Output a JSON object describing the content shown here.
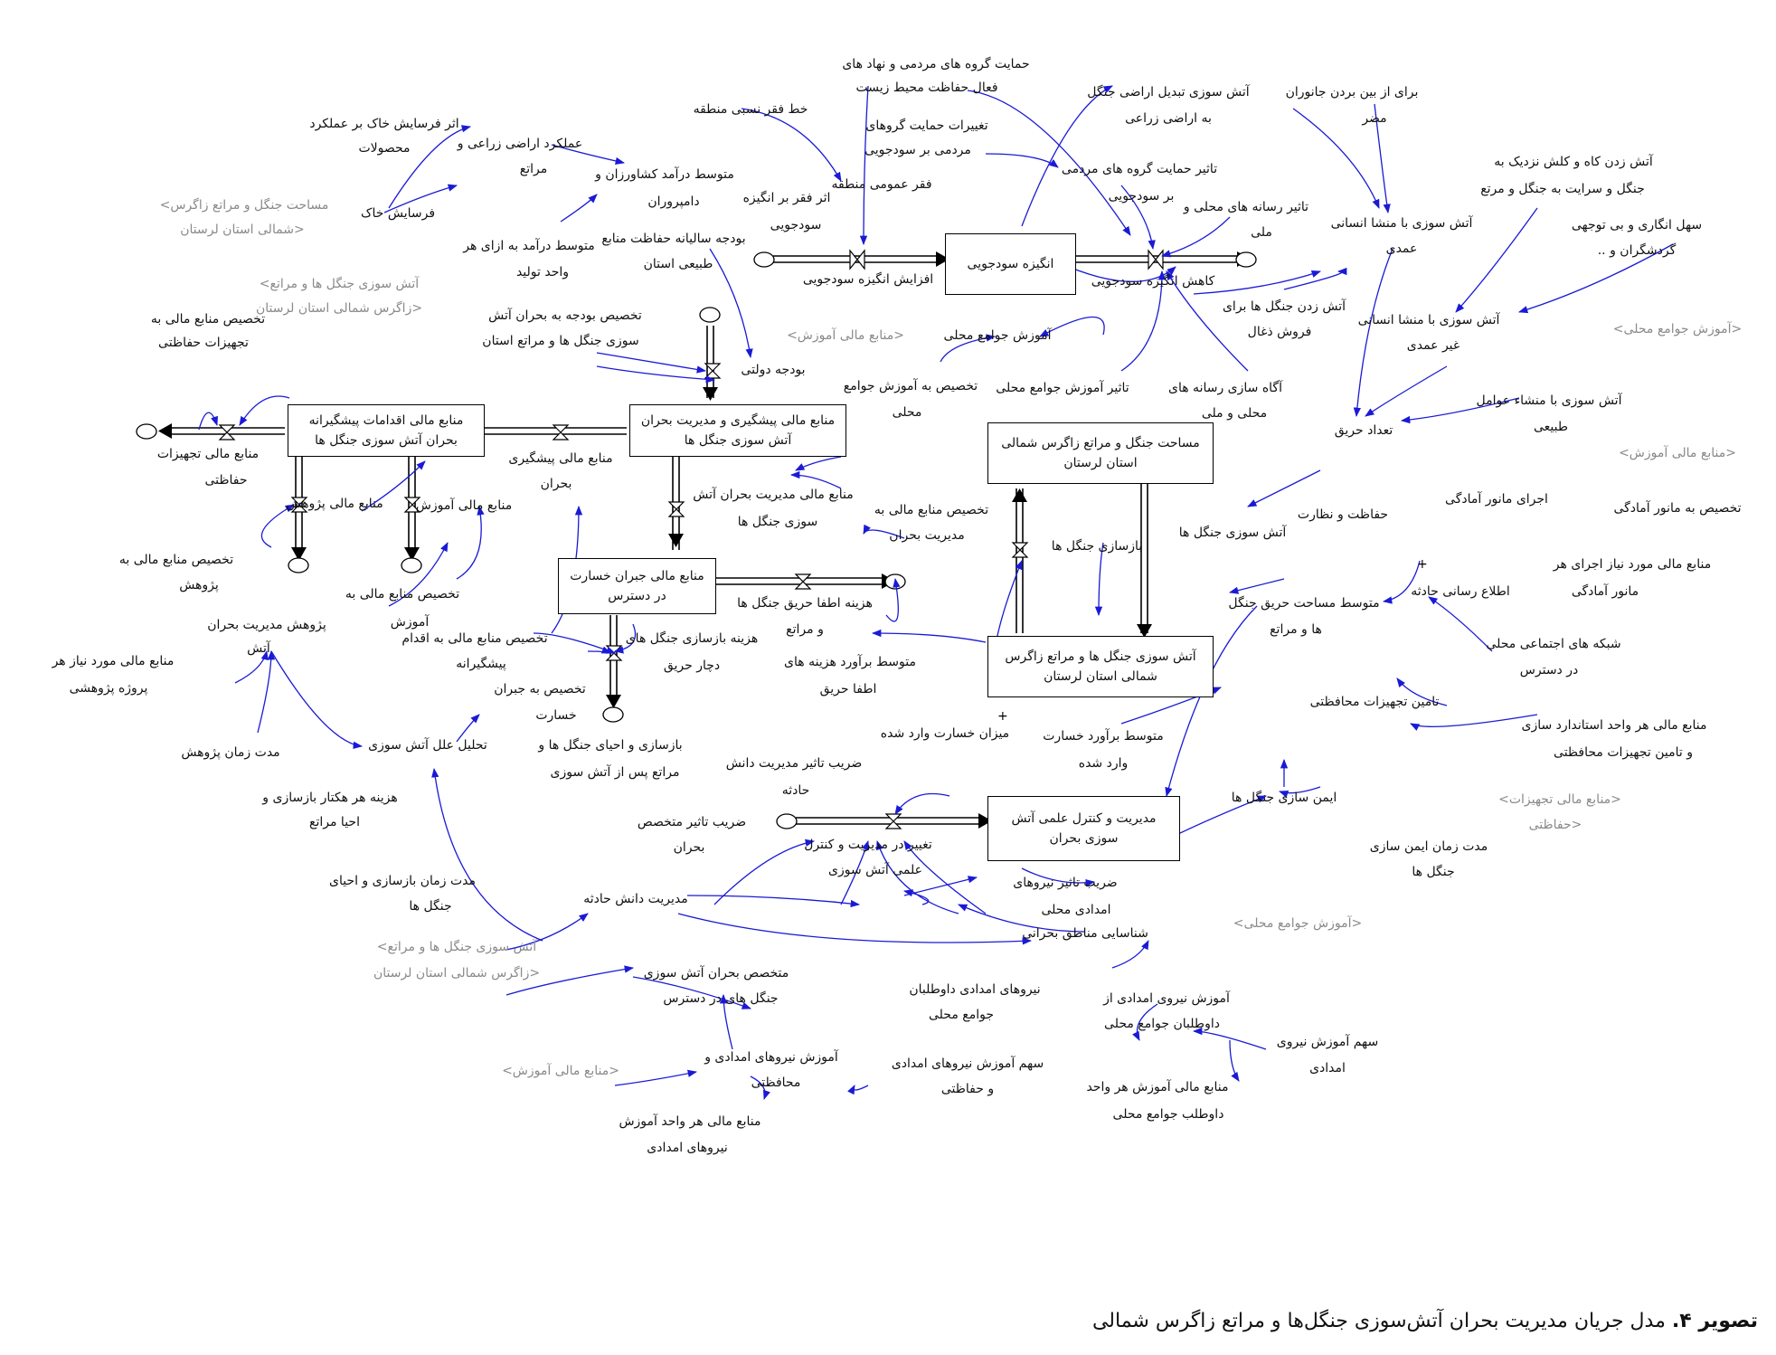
{
  "stocks": {
    "s_motive": "انگیزه سودجویی",
    "s_prev": "منابع مالی اقدامات پیشگیرانه\nبحران آتش سوزی جنگل ها",
    "s_budget": "منابع مالی پیشگیری و مدیریت بحران\nآتش سوزی جنگل ها",
    "s_comp": "منابع مالی جبران خسارت\nدر دسترس",
    "s_area": "مساحت جنگل و مراتع زاگرس شمالی\nاستان لرستان",
    "s_burn": "آتش سوزی جنگل ها و مراتع زاگرس\nشمالی استان لرستان",
    "s_mgmt": "مدیریت و کنترل علمی آتش\nسوزی بحران"
  },
  "labels": {
    "n001": "حمایت گروه های مردمی و نهاد های",
    "n002": "فعال حفاظت محیط زیست",
    "n003": "آتش سوزی تبدیل اراضی جنگل",
    "n004": "به اراضی زراعی",
    "n005": "برای از بین بردن جانوران",
    "n006": "مضر",
    "n007": "خط فقر نسبی منطقه",
    "n008": "تغییرات حمایت گروهای",
    "n009": "مردمی بر سودجویی",
    "n010": "تاثیر حمایت گروه های مردمی",
    "n011": "بر سودجویی",
    "n012": "اثر فرسایش خاک بر عملکرد",
    "n013": "محصولات",
    "n014": "عملکرد اراضی زراعی و",
    "n015": "مراتع",
    "n016": "متوسط درآمد کشاورزان و",
    "n017": "دامپروران",
    "n018": "فقر عمومی منطقه",
    "n019": "اثر فقر بر انگیزه",
    "n020": "سودجویی",
    "n021": "آتش زدن کاه و کلش نزدیک به",
    "n022": "جنگل و سرایت به جنگل و مرتع",
    "n023": "مساحت جنگل و مراتع زاگرس>",
    "n024": "<شمالی استان لرستان",
    "n025": "فرسایش خاک",
    "n026": "متوسط درآمد به ازای هر",
    "n027": "واحد تولید",
    "n028": "بودجه سالیانه حفاظت منابع",
    "n029": "طبیعی استان",
    "n030": "افزایش انگیزه سودجویی",
    "n031": "کاهش انگیزه سودجویی",
    "n032": "تاثیر رسانه های محلی و",
    "n033": "ملی",
    "n034": "آتش سوزی با منشا انسانی",
    "n035": "عمدی",
    "n036": "سهل انگاری و بی توجهی",
    "n037": "گردشگران و ..",
    "n038": "آتش سوزی جنگل ها و مراتع>",
    "n039": "<زاگرس شمالی استان لرستان",
    "n040": "تخصیص منابع مالی به",
    "n041": "تجهیزات حفاظتی",
    "n042": "تخصیص بودجه به بحران آتش",
    "n043": "سوزی جنگل ها و مراتع استان",
    "n044": "<منابع مالی آموزش>",
    "n045": "آموزش جوامع محلی",
    "n046": "آتش زدن جنگل ها برای",
    "n047": "فروش ذغال",
    "n048": "آتش سوزی با منشا انسانی",
    "n049": "غیر عمدی",
    "n050": "<آموزش جوامع محلی>",
    "n051": "بودجه دولتی",
    "n052": "تخصیص به آموزش جوامع",
    "n053": "محلی",
    "n054": "تاثیر آموزش جوامع محلی",
    "n055": "آگاه سازی رسانه های",
    "n056": "محلی و ملی",
    "n057": "آتش سوزی با منشاء عوامل",
    "n058": "طبیعی",
    "n059": "تعداد حریق",
    "n060": "منابع مالی تجهیزات",
    "n061": "حفاظتی",
    "n062": "منابع مالی پیشگیری",
    "n063": "بحران",
    "n064": "<منابع مالی آموزش>",
    "n065": "منابع مالی پژوهش",
    "n066": "منابع مالی آموزش",
    "n067": "منابع مالی مدیریت بحران آتش",
    "n068": "سوزی جنگل ها",
    "n069": "تخصیص منابع مالی به",
    "n070": "مدیریت بحران",
    "n071": "حفاظت و نظارت",
    "n072": "اجرای مانور آمادگی",
    "n073": "تخصیص به مانور آمادگی",
    "n074": "آتش سوزی جنگل ها",
    "n075": "بازسازی جنگل ها",
    "n076": "تخصیص منابع مالی به",
    "n077": "پژوهش",
    "n078": "تخصیص منابع مالی به",
    "n079": "آموزش",
    "n080": "هزینه اطفا حریق جنگل ها",
    "n081": "و مراتع",
    "n082": "اطلاع رسانی حادثه",
    "n083": "منابع مالی مورد نیاز اجرای هر",
    "n084": "مانور آمادگی",
    "n085": "متوسط مساحت حریق جنگل",
    "n086": "ها و مراتع",
    "n087": "پژوهش مدیریت بحران",
    "n088": "آتش",
    "n089": "تخصیص منابع مالی به اقدام",
    "n090": "پیشگیرانه",
    "n091": "هزینه بازسازی جنگل های",
    "n092": "دچار حریق",
    "n093": "متوسط برآورد هزینه های",
    "n094": "اطفا حریق",
    "n095": "شبکه های اجتماعی محلی",
    "n096": "در دسترس",
    "n097": "منابع مالی مورد نیاز هر",
    "n098": "پروژه پژوهشی",
    "n099": "تخصیص به جبران",
    "n100": "خسارت",
    "n101": "تامین تجهیزات محافظتی",
    "n102": "منابع مالی هر واحد استاندارد سازی",
    "n103": "و تامین تجهیزات محافظتی",
    "n104": "مدت زمان پژوهش",
    "n105": "تحلیل علل آتش سوزی",
    "n106": "بازسازی و احیای جنگل ها و",
    "n107": "مراتع پس از آتش سوزی",
    "n108": "میزان خسارت وارد شده",
    "n109": "متوسط برآورد خسارت",
    "n110": "وارد شده",
    "n111": "<منابع مالی تجهیزات>",
    "n112": "<حفاظتی",
    "n113": "ضریب تاثیر مدیریت دانش",
    "n114": "حادثه",
    "n115": "ایمن سازی جنگل ها",
    "n116": "هزینه هر هکتار بازسازی و",
    "n117": "احیا مراتع",
    "n118": "ضریب تاثیر متخصص",
    "n119": "بحران",
    "n120": "تغییر در مدیریت و کنترل",
    "n121": "علمی آتش سوزی",
    "n122": "مدت زمان ایمن سازی",
    "n123": "جنگل ها",
    "n124": "مدت زمان بازسازی و احیای",
    "n125": "جنگل ها",
    "n126": "ضریب تاثیر نیروهای",
    "n127": "امدادی محلی",
    "n128": "مدیریت دانش حادثه",
    "n129": "شناسایی مناطق بحرانی",
    "n130": "آتش سوزی جنگل ها و مراتع>",
    "n131": "<زاگرس شمالی استان لرستان",
    "n132": "<آموزش جوامع محلی>",
    "n133": "متخصص بحران آتش سوزی",
    "n134": "جنگل های در دسترس",
    "n135": "نیروهای امدادی داوطلبان",
    "n136": "جوامع محلی",
    "n137": "آموزش نیروی امدادی از",
    "n138": "داوطلبان جوامع محلی",
    "n139": "سهم آموزش نیروی",
    "n140": "امدادی",
    "n141": "آموزش نیروهای امدادی و",
    "n142": "محافظتی",
    "n143": "سهم آموزش نیروهای امدادی",
    "n144": "و حفاظتی",
    "n145": "<منابع مالی آموزش>",
    "n146": "منابع مالی آموزش هر واحد",
    "n147": "داوطلب جوامع محلی",
    "n148": "منابع مالی هر واحد آموزش",
    "n149": "نیروهای امدادی"
  },
  "caption": {
    "prefix": "تصویر ۴.",
    "text": "مدل جریان مدیریت بحران آتش‌سوزی جنگل‌ها و مراتع زاگرس شمالی"
  }
}
